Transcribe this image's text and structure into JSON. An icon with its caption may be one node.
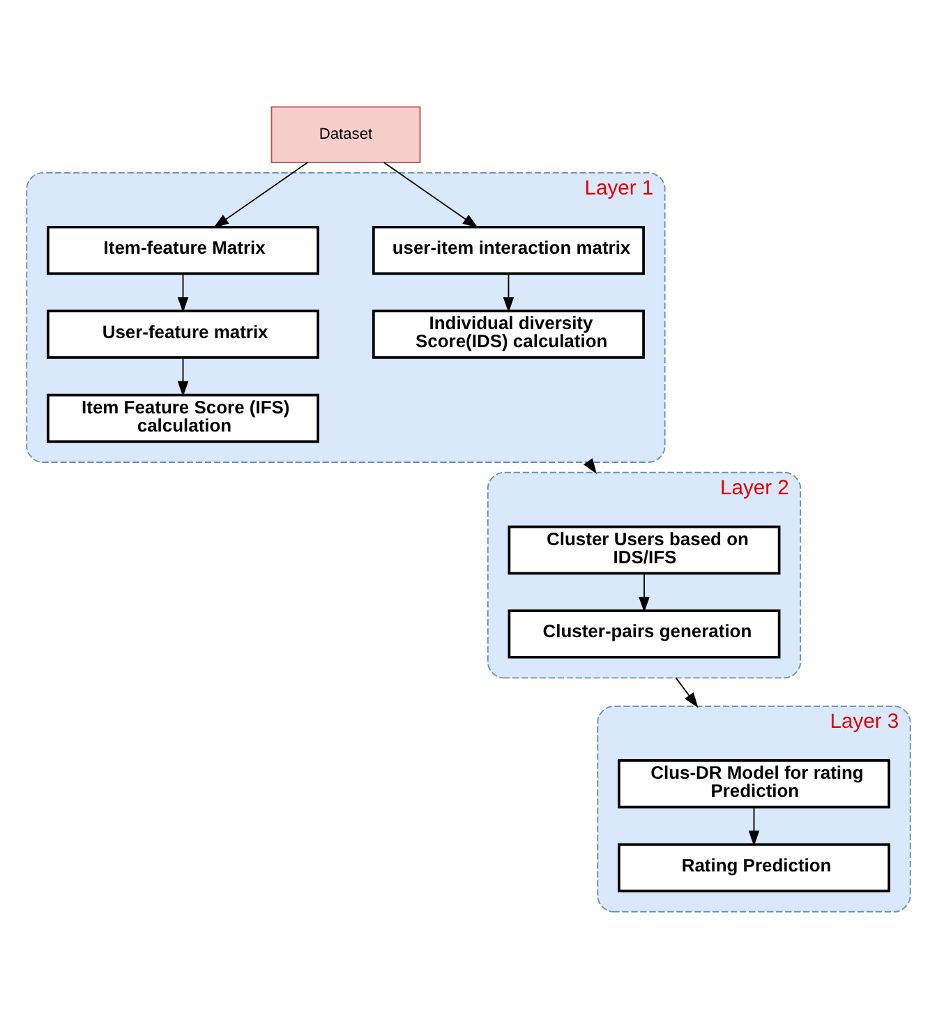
{
  "diagram": {
    "nodes": [
      {
        "text": [
          "Dataset"
        ]
      },
      {
        "text": [
          "Layer 1"
        ]
      },
      {
        "text": [
          "Item-feature Matrix"
        ],
        "in": 1
      },
      {
        "text": [
          "User-feature matrix"
        ],
        "in": 1
      },
      {
        "text": [
          "Item Feature Score (IFS) calculation"
        ],
        "in": 1
      },
      {
        "text": [
          "user-item interaction matrix"
        ],
        "in": 1
      },
      {
        "text": [
          "Individual diversity Score(IDS) calculation"
        ],
        "in": 1
      },
      {
        "text": [
          "Layer 2"
        ]
      },
      {
        "text": [
          "Cluster Users based on IDS/IFS"
        ],
        "in": 7
      },
      {
        "text": [
          "Cluster-pairs generation"
        ],
        "in": 7
      },
      {
        "text": [
          "Layer 3"
        ]
      },
      {
        "text": [
          "Clus-DR Model for rating Prediction"
        ],
        "in": 10
      },
      {
        "text": [
          "Rating Prediction"
        ],
        "in": 10
      }
    ],
    "edges": [
      {
        "from": 0,
        "to": 2,
        "arrow": "to"
      },
      {
        "from": 0,
        "to": 5,
        "arrow": "to"
      },
      {
        "from": 2,
        "to": 3,
        "arrow": "to"
      },
      {
        "from": 3,
        "to": 4,
        "arrow": "to"
      },
      {
        "from": 5,
        "to": 6,
        "arrow": "to"
      },
      {
        "from": 1,
        "to": 7,
        "arrow": "to"
      },
      {
        "from": 8,
        "to": 9,
        "arrow": "to"
      },
      {
        "from": 7,
        "to": 10,
        "arrow": "to"
      },
      {
        "from": 11,
        "to": 12,
        "arrow": "to"
      }
    ]
  }
}
